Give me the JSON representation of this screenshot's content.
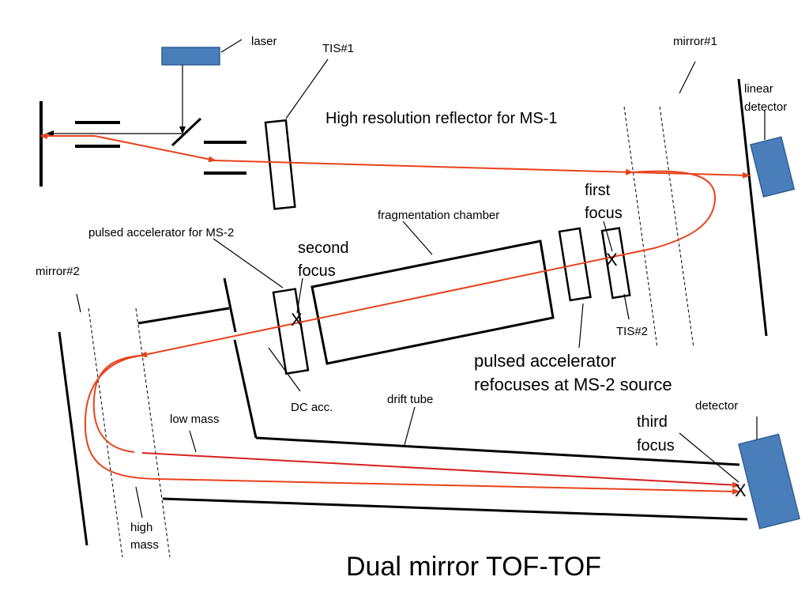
{
  "title": "Dual mirror TOF-TOF",
  "labels": {
    "laser": "laser",
    "tis1": "TIS#1",
    "mirror1": "mirror#1",
    "linear_detector_1": "linear",
    "linear_detector_2": "detector",
    "reflector": "High resolution reflector for MS-1",
    "first_focus_1": "first",
    "first_focus_2": "focus",
    "fragmentation_chamber": "fragmentation chamber",
    "pulsed_acc_ms2": "pulsed accelerator for MS-2",
    "second_focus_1": "second",
    "second_focus_2": "focus",
    "mirror2": "mirror#2",
    "tis2": "TIS#2",
    "pulsed_acc_refocus_1": "pulsed accelerator",
    "pulsed_acc_refocus_2": "refocuses at MS-2 source",
    "dc_acc": "DC acc.",
    "drift_tube": "drift tube",
    "detector": "detector",
    "low_mass": "low mass",
    "third_focus_1": "third",
    "third_focus_2": "focus",
    "high_mass_1": "high",
    "high_mass_2": "mass",
    "x_mark": "X"
  },
  "colors": {
    "beam": "#e8421c",
    "component_fill": "#4a7ebb",
    "component_stroke": "#2f5f94",
    "line": "#000000"
  }
}
